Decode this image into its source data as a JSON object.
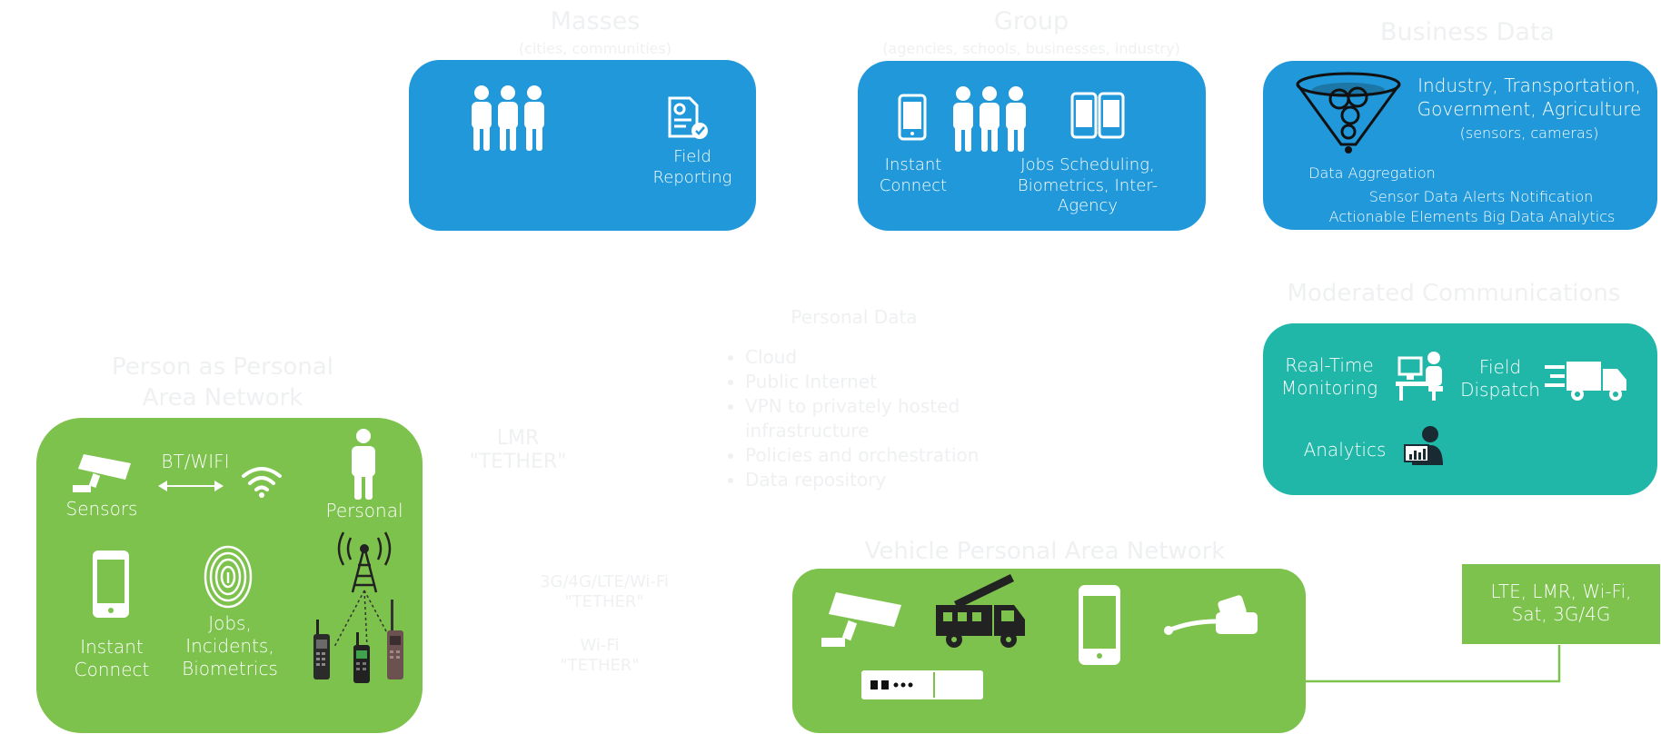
{
  "masses": {
    "title": "Masses",
    "subtitle": "(cities, communities)",
    "field_label": "Field Reporting"
  },
  "group": {
    "title": "Group",
    "subtitle": "(agencies, schools, businesses, industry)",
    "instant_label": "Instant Connect",
    "jobs_label": "Jobs Scheduling, Biometrics, Inter-Agency"
  },
  "business": {
    "title": "Business Data",
    "sectors": "Industry, Transportation, Government, Agriculture",
    "sensors_note": "(sensors, cameras)",
    "aggregation": "Data Aggregation",
    "alerts": "Sensor Data Alerts Notification",
    "actionable": "Actionable Elements Big Data Analytics"
  },
  "moderated": {
    "title": "Moderated Communications",
    "realtime": "Real-Time Monitoring",
    "dispatch": "Field Dispatch",
    "analytics": "Analytics"
  },
  "personal_data": {
    "title": "Personal Data",
    "items": [
      "Cloud",
      "Public Internet",
      "VPN to privately hosted infrastructure",
      "Policies and orchestration",
      "Data repository"
    ]
  },
  "tethers": {
    "lmr": "LMR \"TETHER\"",
    "cellular": "3G/4G/LTE/Wi-Fi \"TETHER\"",
    "wifi": "Wi-Fi \"TETHER\""
  },
  "person_pan": {
    "title": "Person as Personal Area Network",
    "sensors": "Sensors",
    "bt_wifi": "BT/WIFI",
    "personal": "Personal",
    "instant": "Instant Connect",
    "jobs": "Jobs, Incidents, Biometrics"
  },
  "vehicle_pan": {
    "title": "Vehicle Personal Area Network"
  },
  "network": {
    "label": "LTE, LMR, Wi-Fi, Sat, 3G/4G"
  },
  "colors": {
    "blue": "#2098d9",
    "teal": "#20b7a8",
    "green": "#7dc24d",
    "icon_dark": "#222222"
  }
}
